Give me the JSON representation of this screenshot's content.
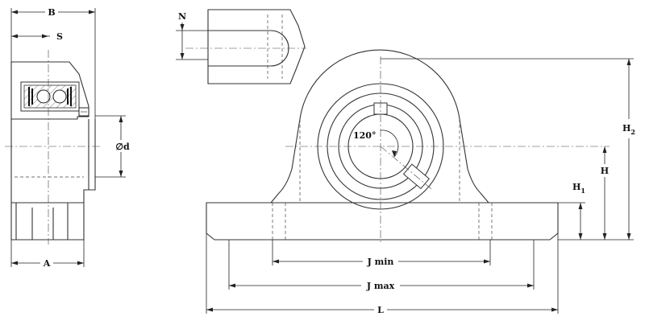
{
  "labels": {
    "B": "B",
    "S": "S",
    "d": "∅d",
    "A": "A",
    "N": "N",
    "angle": "120°",
    "H2_main": "H",
    "H2_sub": "2",
    "H": "H",
    "H1_main": "H",
    "H1_sub": "1",
    "J_min": "J min",
    "J_max": "J max",
    "L": "L"
  }
}
